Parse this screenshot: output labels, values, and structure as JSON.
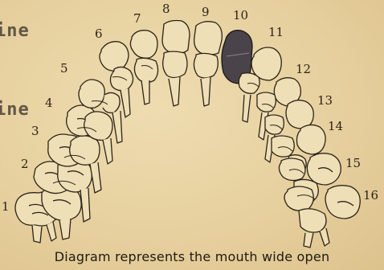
{
  "fragments": [
    "ine",
    "ine"
  ],
  "tooth_numbers": {
    "left": [
      "1",
      "2",
      "3",
      "4",
      "5",
      "6",
      "7",
      "8",
      "9"
    ],
    "right": [
      "10",
      "11",
      "12",
      "13",
      "14",
      "15",
      "16"
    ]
  },
  "highlighted_tooth": "10",
  "caption": "Diagram represents the mouth wide open",
  "colors": {
    "paper": "#e8d4a5",
    "ink": "#2d2418",
    "highlight": "#4a444a"
  }
}
